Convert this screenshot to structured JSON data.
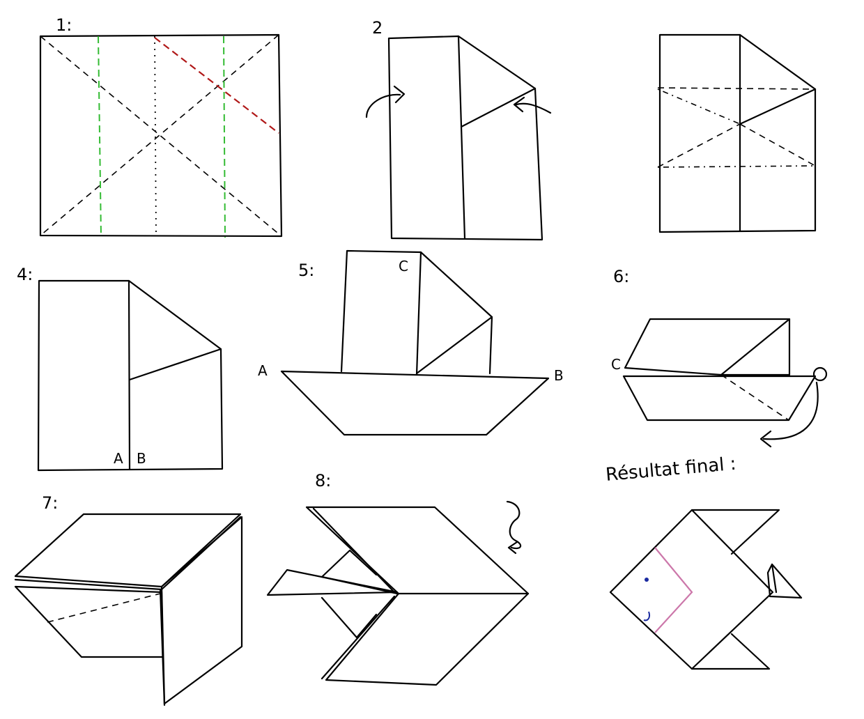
{
  "steps": {
    "s1": "1:",
    "s2": "2",
    "s4": "4:",
    "s5": "5:",
    "s6": "6:",
    "s7": "7:",
    "s8": "8:"
  },
  "point_labels": {
    "a": "A",
    "b": "B",
    "c": "C"
  },
  "final_label": "Résultat final :",
  "colors": {
    "ink": "#000000",
    "fold_green": "#33bb33",
    "fold_red": "#b01818",
    "mouth_pink": "#cc77aa",
    "eye_blue": "#1a2aa0"
  }
}
